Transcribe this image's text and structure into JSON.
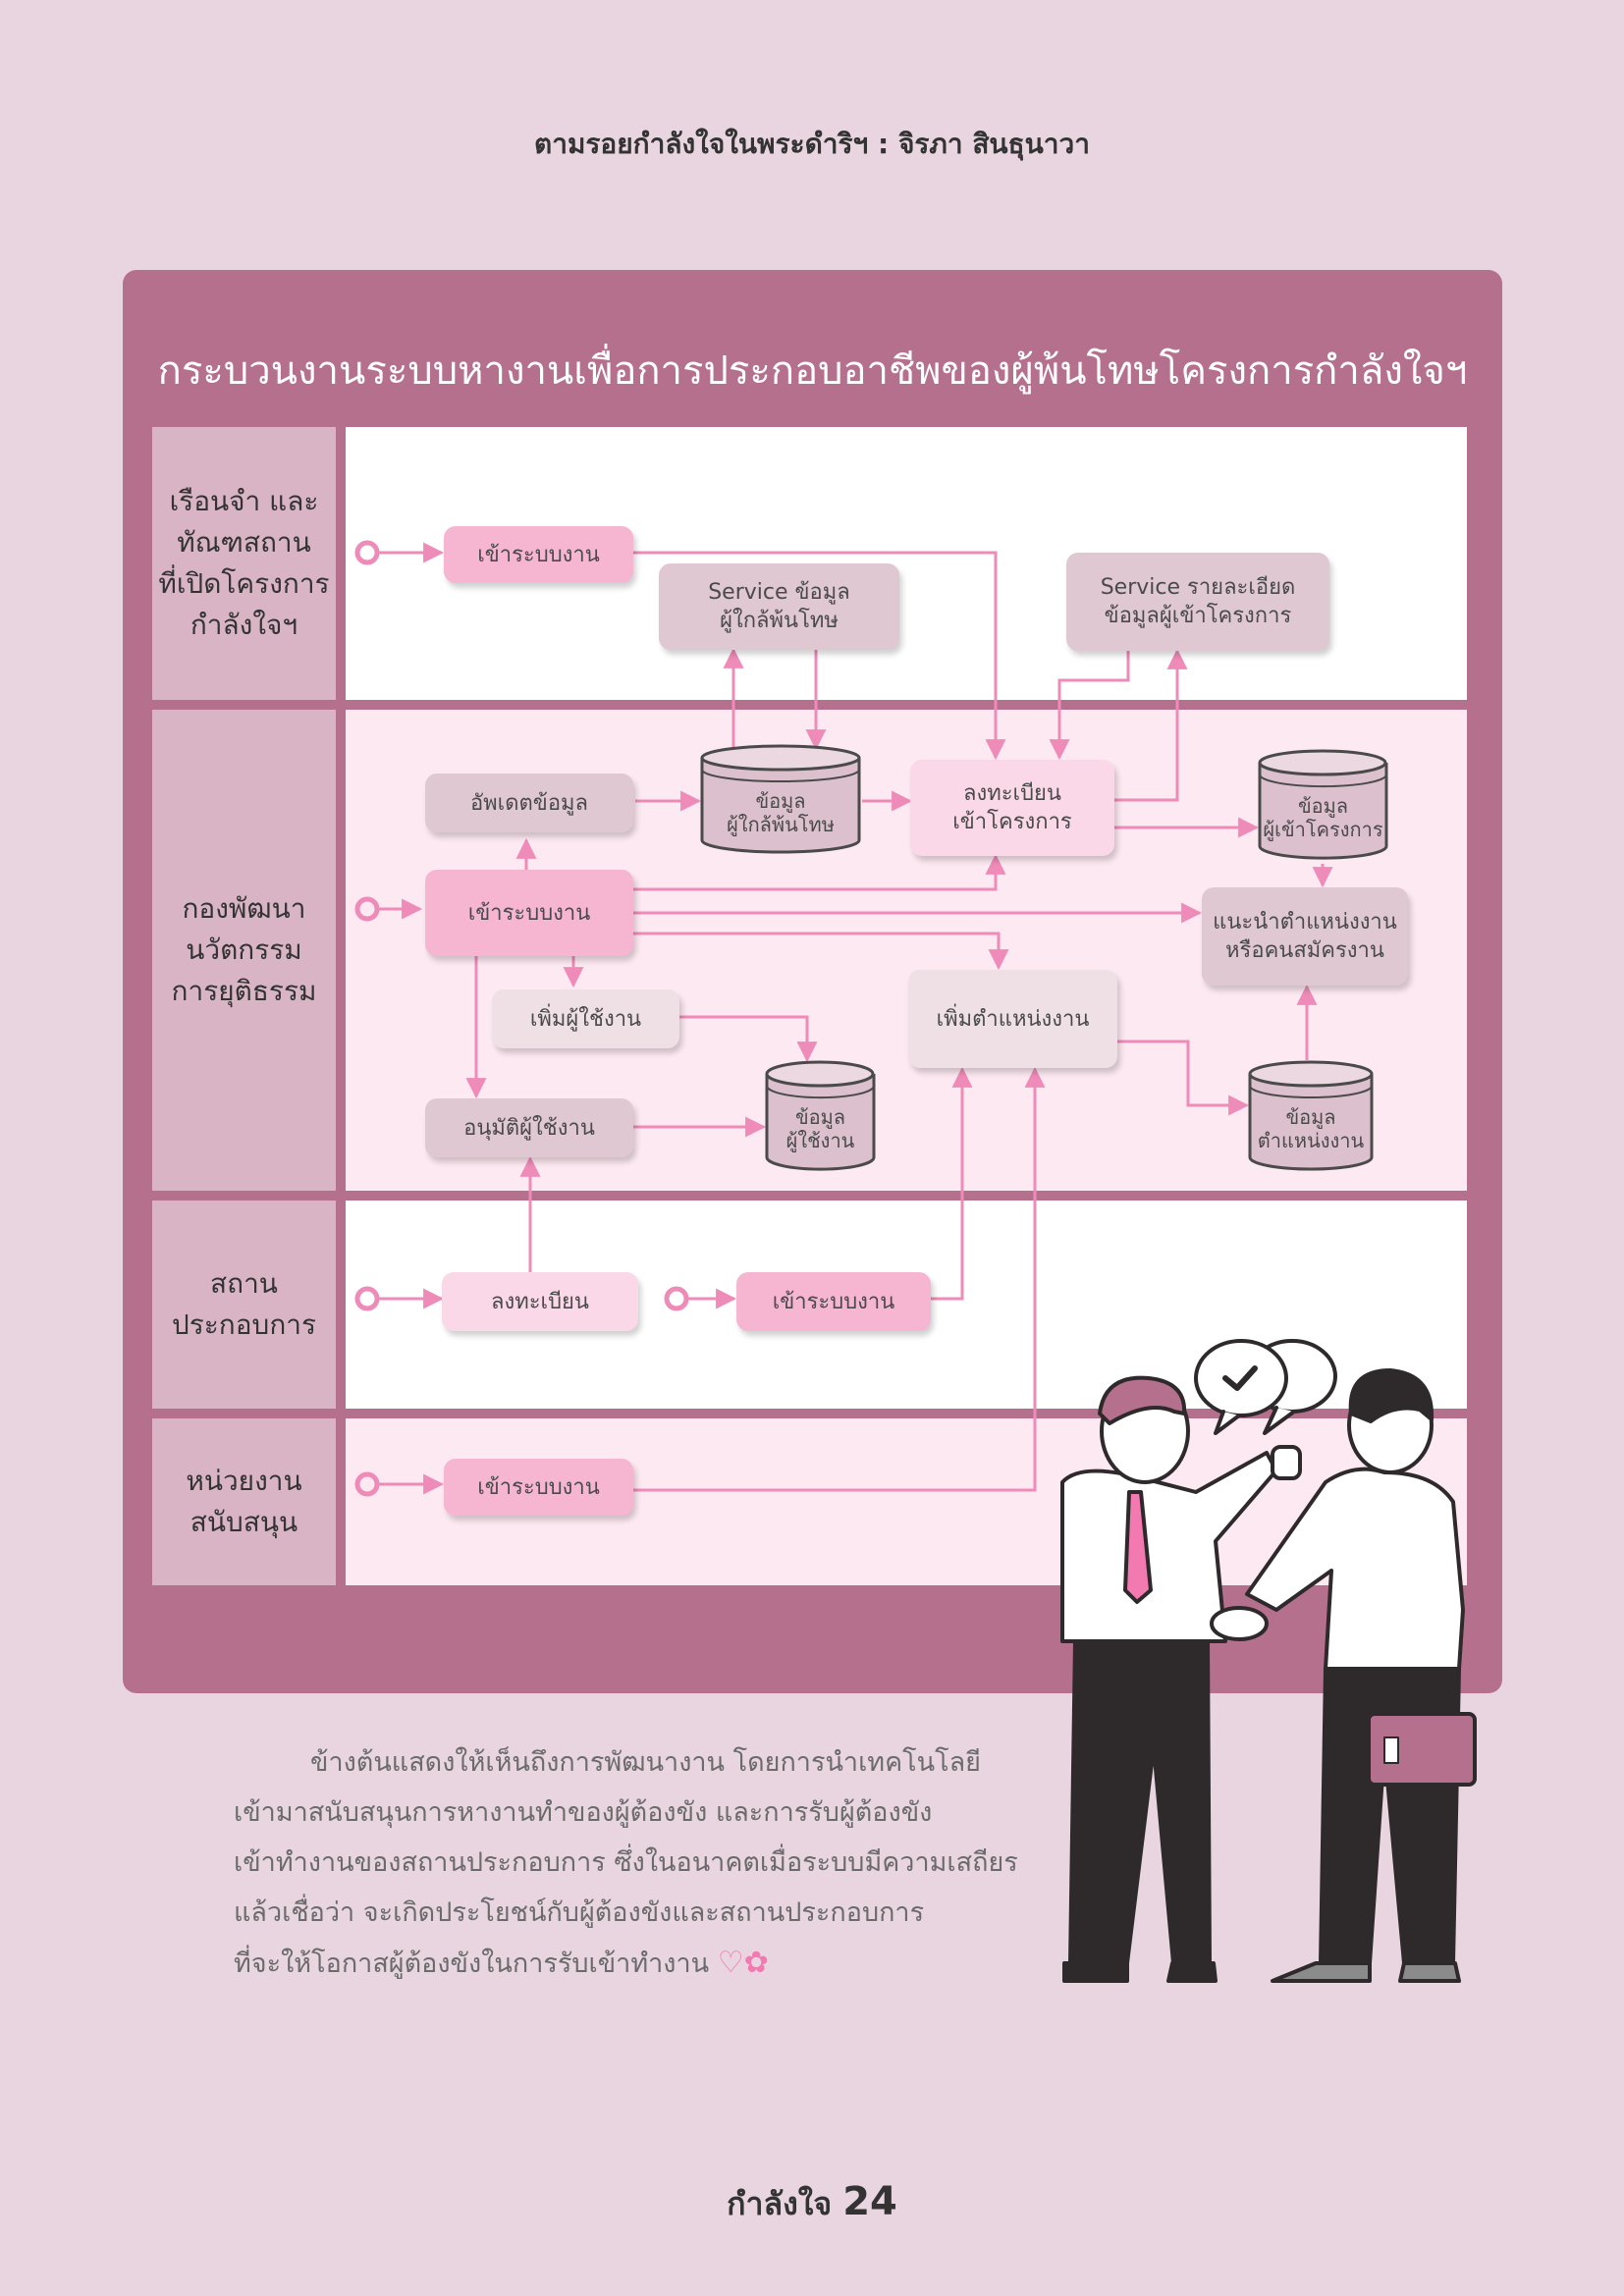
{
  "header": {
    "text": "ตามรอยกำลังใจในพระดำริฯ : จิรภา สินธุนาวา"
  },
  "diagram": {
    "title": "กระบวนงานระบบหางานเพื่อการประกอบอาชีพของผู้พ้นโทษโครงการกำลังใจฯ",
    "lanes": [
      {
        "label": "เรือนจำ และ\nทัณฑสถาน\nที่เปิดโครงการ\nกำลังใจฯ"
      },
      {
        "label": "กองพัฒนา\nนวัตกรรม\nการยุติธรรม"
      },
      {
        "label": "สถาน\nประกอบการ"
      },
      {
        "label": "หน่วยงาน\nสนับสนุน"
      }
    ],
    "boxes": {
      "prison_login": "เข้าระบบงาน",
      "service_ex_inmate": "Service ข้อมูล\nผู้ใกล้พ้นโทษ",
      "service_participant": "Service รายละเอียด\nข้อมูลผู้เข้าโครงการ",
      "update_data": "อัพเดตข้อมูล",
      "register_project": "ลงทะเบียน\nเข้าโครงการ",
      "division_login": "เข้าระบบงาน",
      "recommend_job": "แนะนำตำแหน่งงาน\nหรือคนสมัครงาน",
      "add_user": "เพิ่มผู้ใช้งาน",
      "add_position": "เพิ่มตำแหน่งงาน",
      "approve_user": "อนุมัติผู้ใช้งาน",
      "company_register": "ลงทะเบียน",
      "company_login": "เข้าระบบงาน",
      "support_login": "เข้าระบบงาน"
    },
    "databases": {
      "db_ex_inmate": "ข้อมูล\nผู้ใกล้พ้นโทษ",
      "db_participant": "ข้อมูล\nผู้เข้าโครงการ",
      "db_users": "ข้อมูล\nผู้ใช้งาน",
      "db_positions": "ข้อมูล\nตำแหน่งงาน"
    }
  },
  "body_text": [
    "ข้างต้นแสดงให้เห็นถึงการพัฒนางาน โดยการนำเทคโนโลยี",
    "เข้ามาสนับสนุนการหางานทำของผู้ต้องขัง และการรับผู้ต้องขัง",
    "เข้าทำงานของสถานประกอบการ ซึ่งในอนาคตเมื่อระบบมีความเสถียร",
    "แล้วเชื่อว่า จะเกิดประโยชน์กับผู้ต้องขังและสถานประกอบการ",
    "ที่จะให้โอกาสผู้ต้องขังในการรับเข้าทำงาน"
  ],
  "footer": {
    "label": "กำลังใจ",
    "page": "24"
  },
  "colors": {
    "panel": "#b5708d",
    "background": "#e8d5df",
    "arrow": "#ee8bb8",
    "box_pink": "#f6b6d2"
  }
}
